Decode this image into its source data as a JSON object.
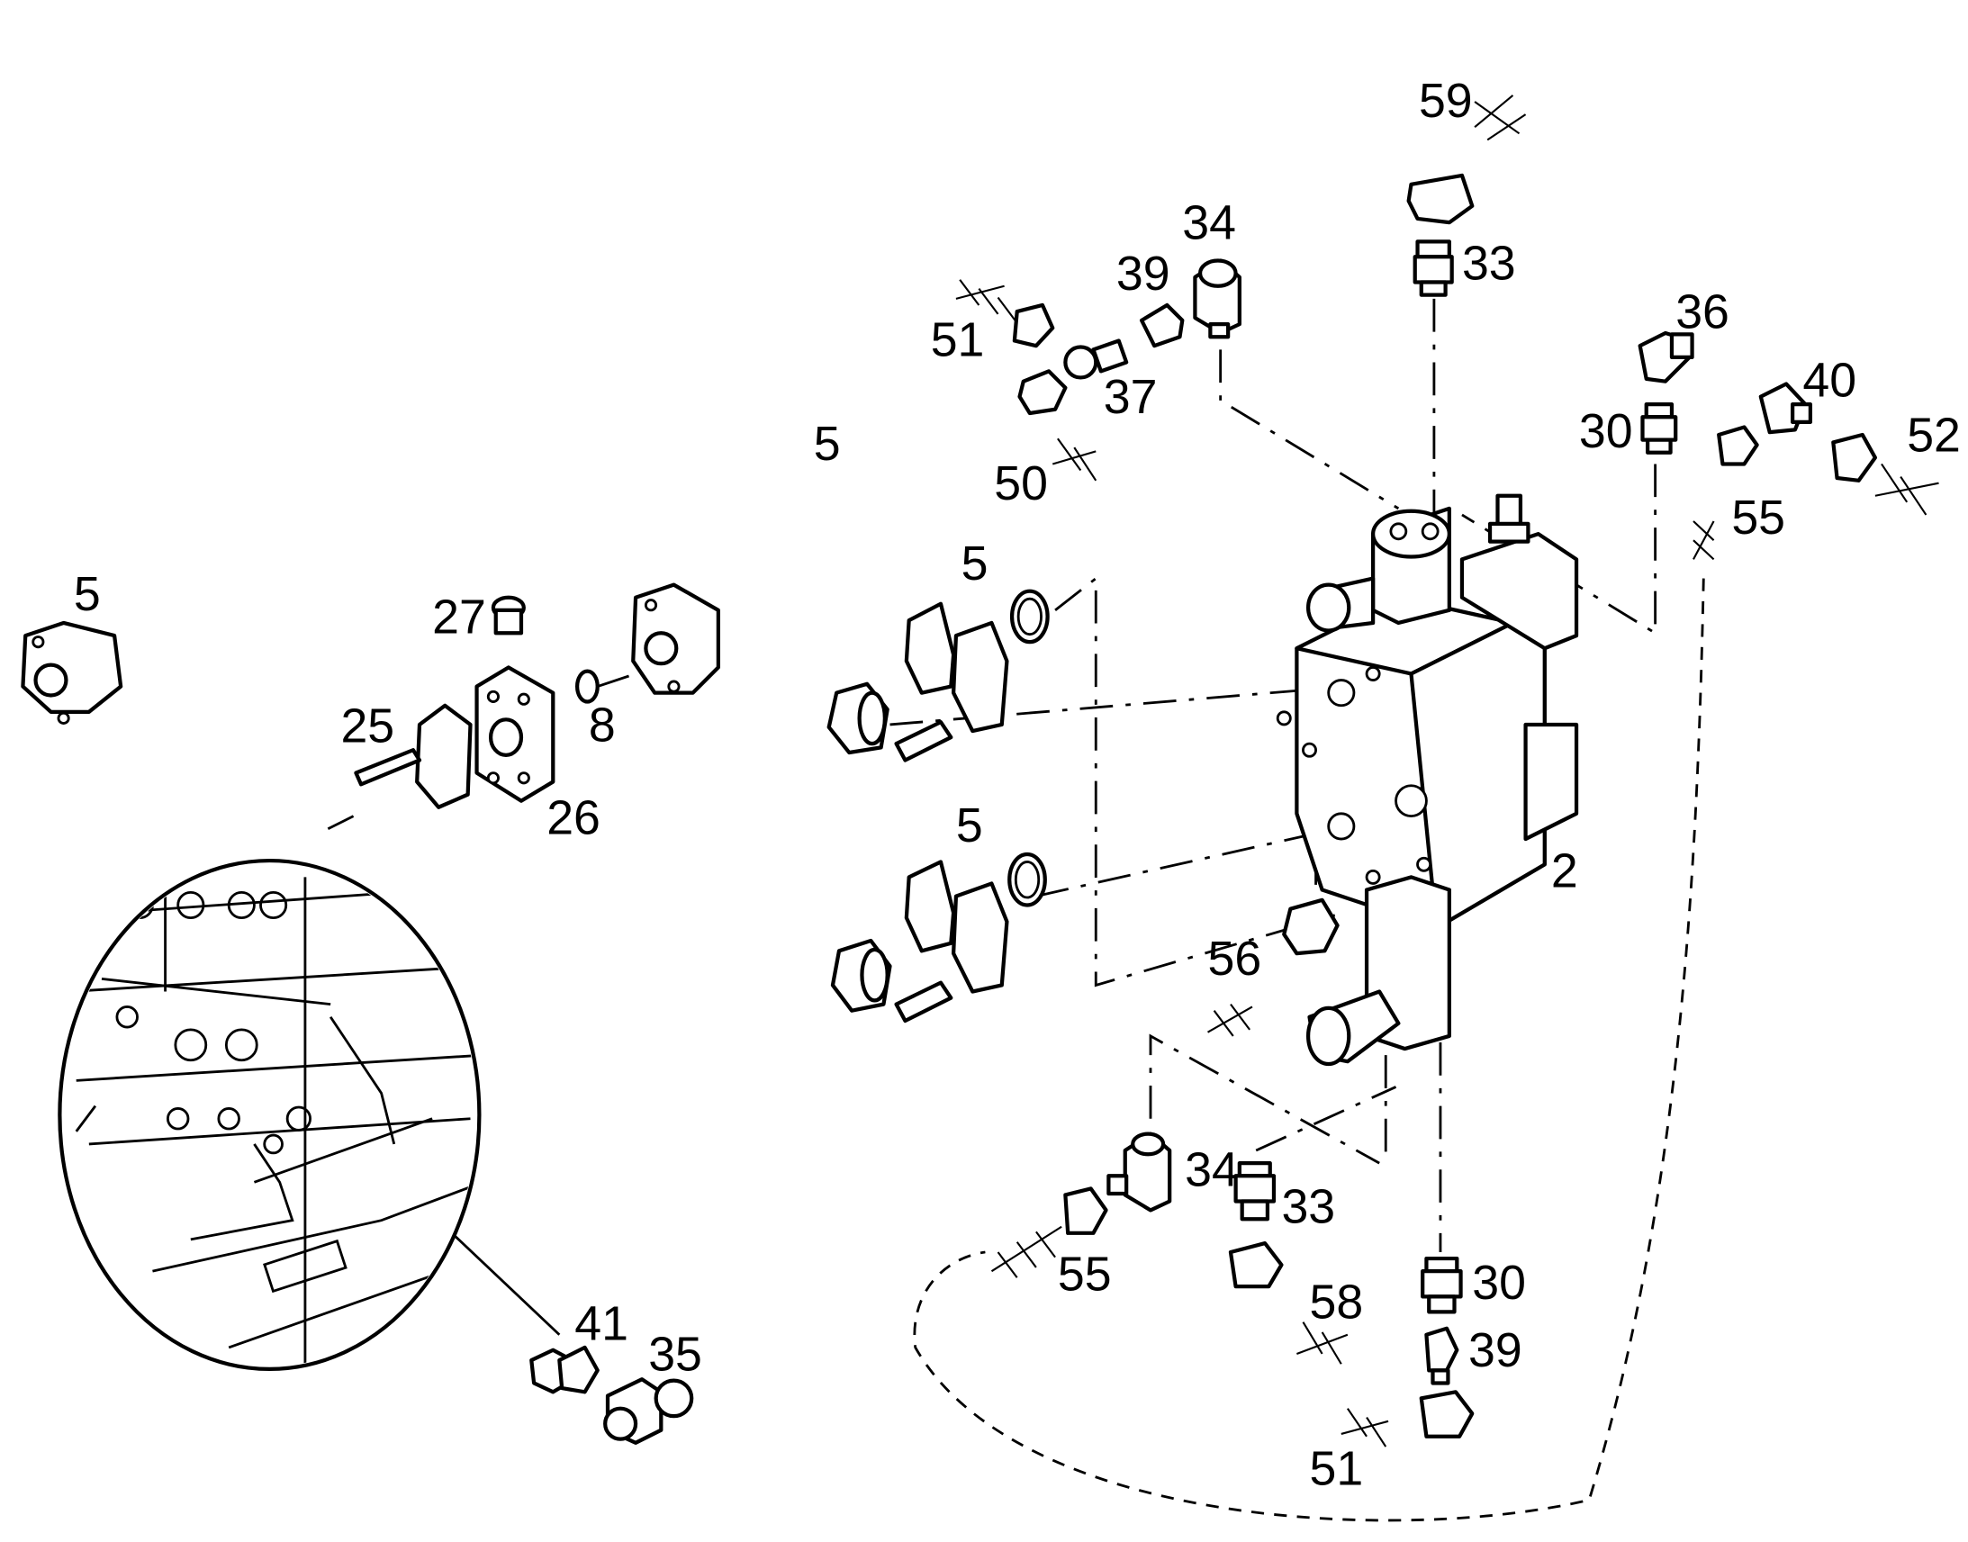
{
  "callouts": {
    "c59": "59",
    "c34_top": "34",
    "c39_top": "39",
    "c33_top": "33",
    "c36": "36",
    "c51_top": "51",
    "c37": "37",
    "c40": "40",
    "c5_top": "5",
    "c30_top": "30",
    "c52": "52",
    "c50": "50",
    "c55_right": "55",
    "c5_left": "5",
    "c5_flange_upper": "5",
    "c27": "27",
    "c25": "25",
    "c8": "8",
    "c26": "26",
    "c5_flange_lower": "5",
    "c2": "2",
    "c56": "56",
    "c34_bottom": "34",
    "c33_bottom": "33",
    "c55_bottom": "55",
    "c30_bottom": "30",
    "c58": "58",
    "c39_bottom": "39",
    "c41": "41",
    "c35": "35",
    "c51_bottom": "51"
  }
}
